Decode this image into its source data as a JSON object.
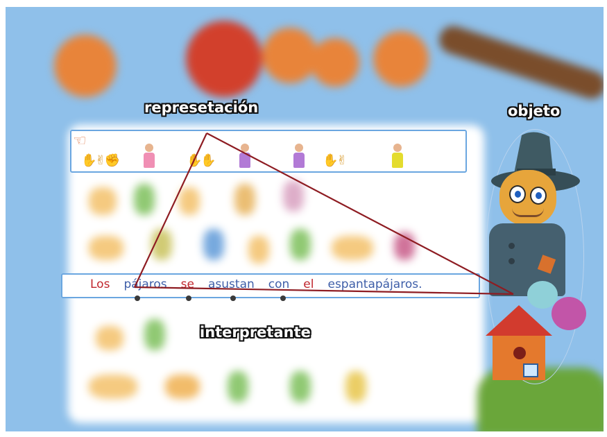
{
  "labels": {
    "representation": "represetación",
    "object": "objeto",
    "interpretant": "interpretante"
  },
  "sentence": {
    "words": [
      "Los",
      "pájaros",
      "se",
      "asustan",
      "con",
      "el",
      "espantapájaros."
    ]
  },
  "colors": {
    "background": "#8fc0ea",
    "panel_border": "#6aa6e0",
    "triangle": "#8e1c22",
    "word_red": "#c0262d",
    "word_blue": "#3e5ea8",
    "label_text": "#ffffff",
    "label_outline": "#111111"
  },
  "icons": {
    "rep_row": [
      "hand-sign-icon",
      "person-sign-icon",
      "hand-sign-icon",
      "person-sign-icon",
      "person-sign-icon",
      "hand-sign-icon",
      "person-sign-icon"
    ],
    "character": "scarecrow-icon"
  }
}
